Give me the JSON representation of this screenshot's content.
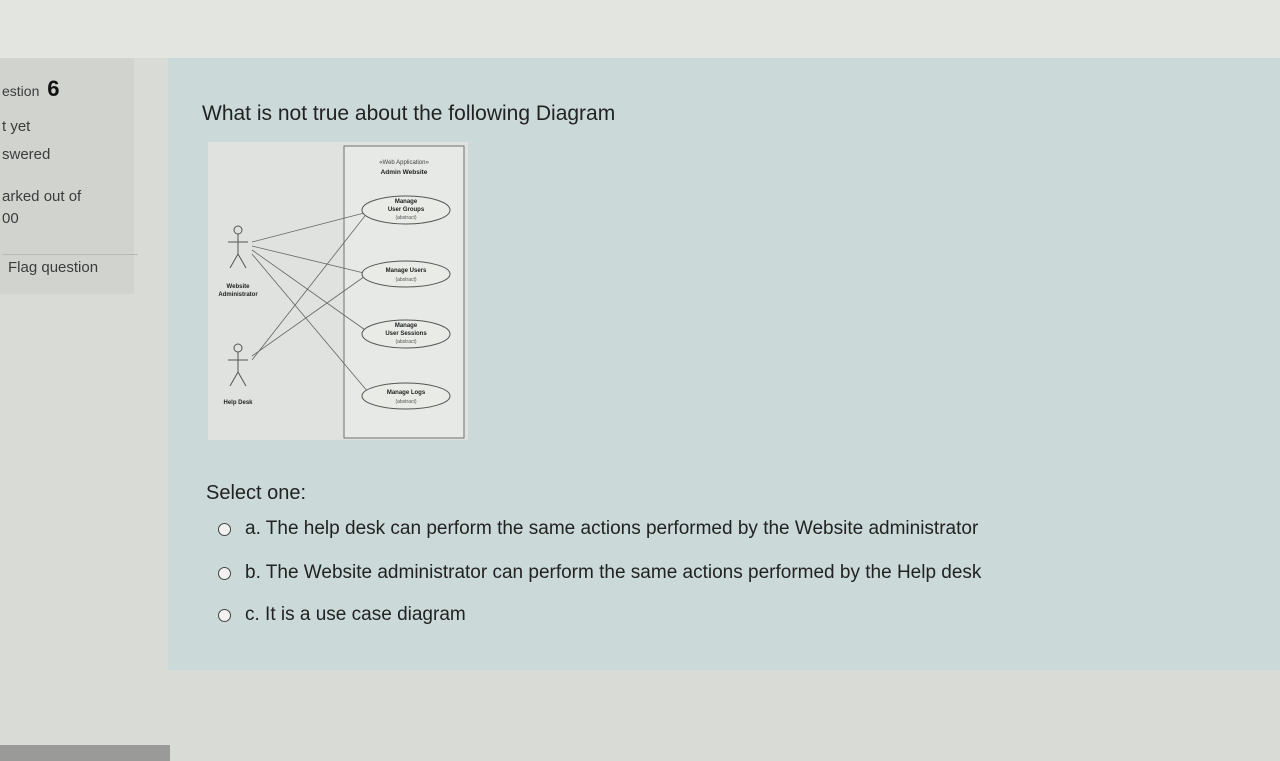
{
  "info": {
    "question_prefix": "estion",
    "question_number": "6",
    "status_line1": "t yet",
    "status_line2": "swered",
    "marked_line1": "arked out of",
    "marked_line2": "00",
    "flag_label": "Flag question"
  },
  "question": {
    "text": "What is not true about the following Diagram",
    "select_label": "Select one:",
    "options": [
      {
        "label": "a. The help desk can perform the same actions performed by the Website administrator"
      },
      {
        "label": "b. The Website administrator can perform the same actions performed by the Help desk"
      },
      {
        "label": "c. It is a use case diagram"
      }
    ]
  },
  "diagram": {
    "system_stereotype": "«Web Application»",
    "system_name": "Admin Website",
    "actors": [
      {
        "name_line1": "Website",
        "name_line2": "Administrator"
      },
      {
        "name_line1": "Help Desk",
        "name_line2": ""
      }
    ],
    "use_cases": [
      {
        "line1": "Manage",
        "line2": "User Groups",
        "tag": "(abstract)"
      },
      {
        "line1": "Manage Users",
        "line2": "",
        "tag": "(abstract)"
      },
      {
        "line1": "Manage",
        "line2": "User Sessions",
        "tag": "(abstract)"
      },
      {
        "line1": "Manage Logs",
        "line2": "",
        "tag": "(abstract)"
      }
    ]
  }
}
